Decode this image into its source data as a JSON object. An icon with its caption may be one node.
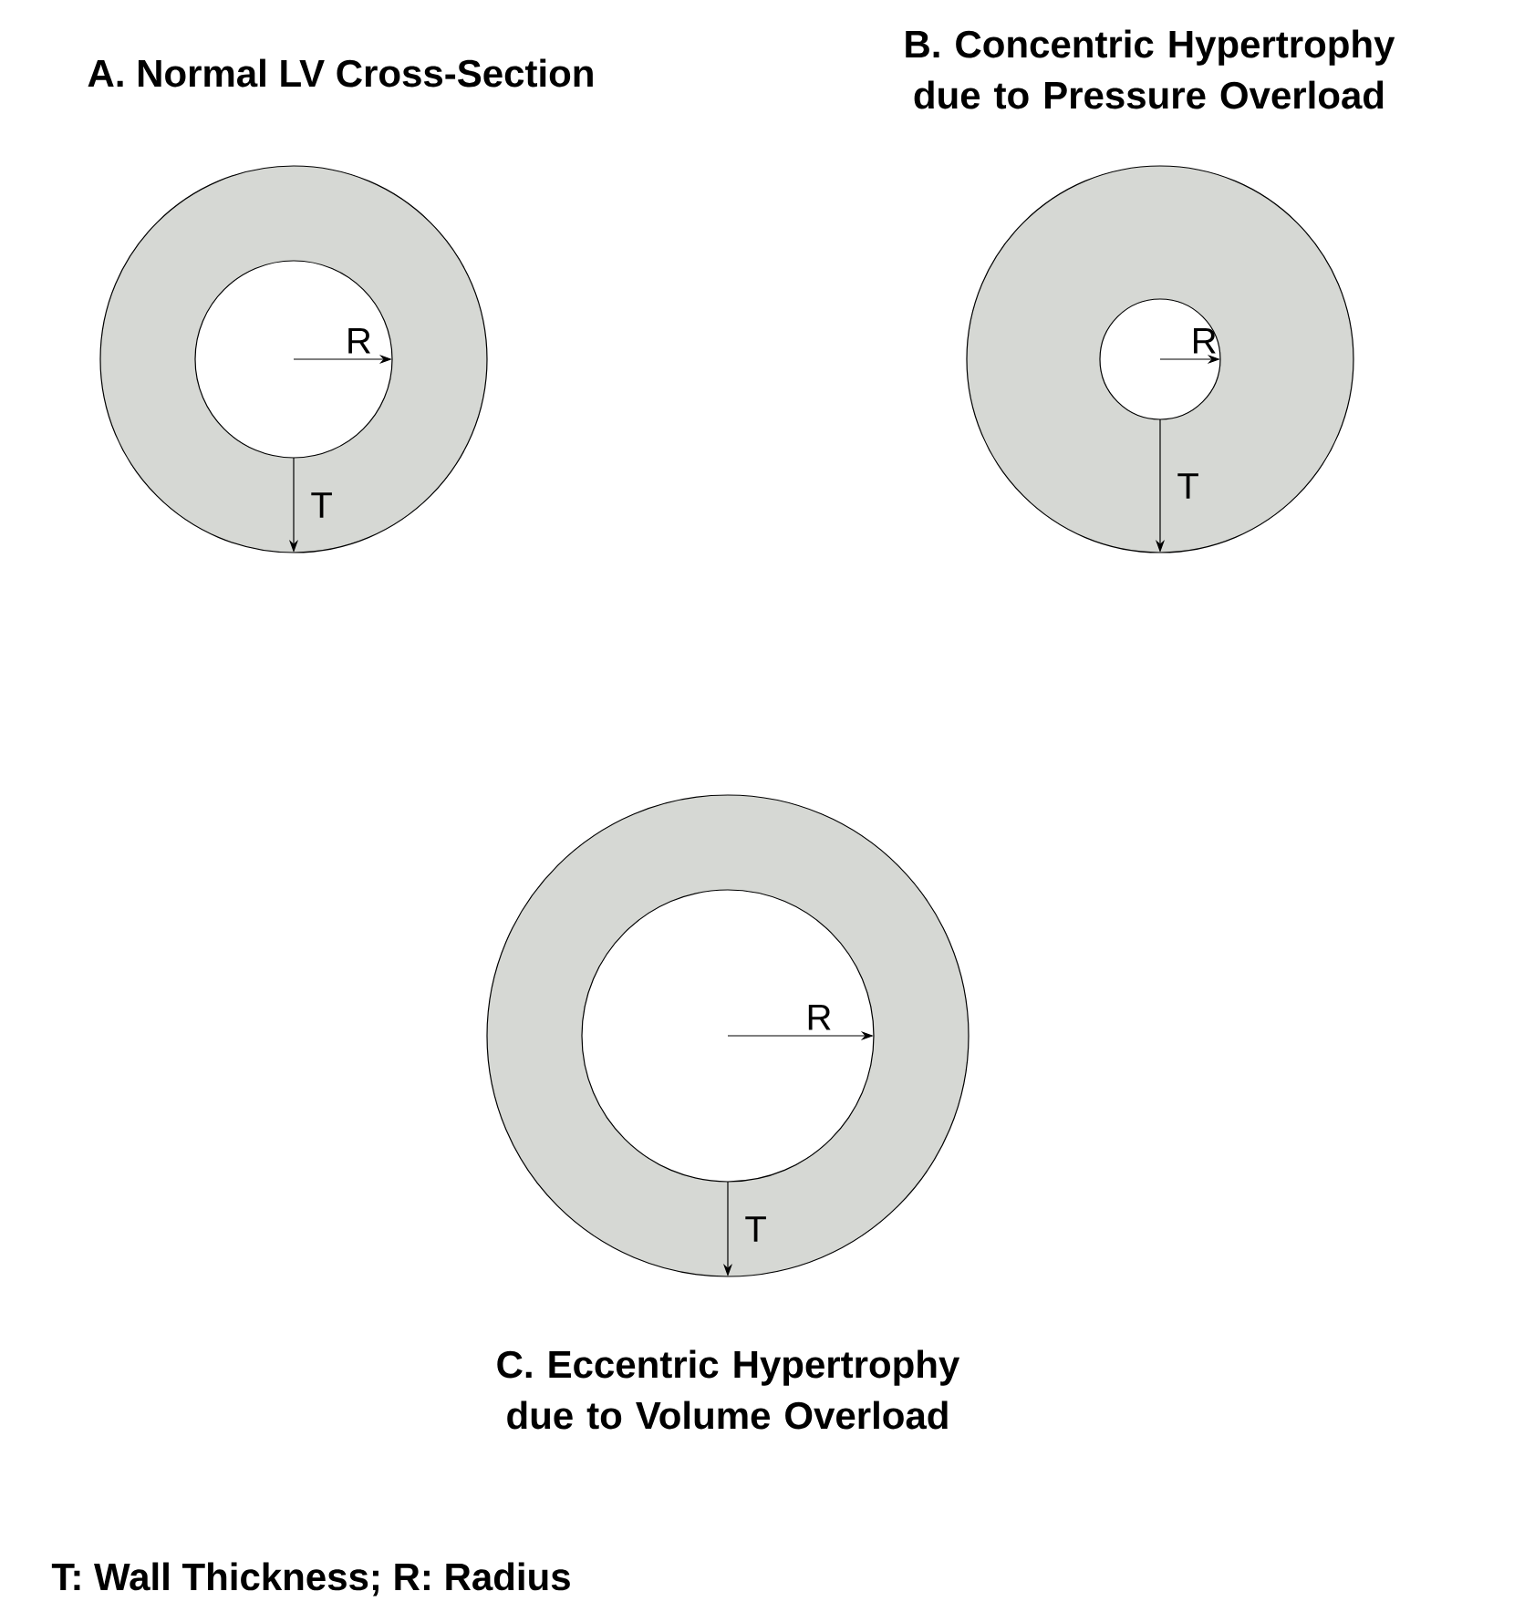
{
  "diagram": {
    "nodes": [
      {
        "text": [
          "R",
          "T"
        ],
        "beside": [
          "A. Normal LV Cross-Section"
        ]
      },
      {
        "text": [
          "R",
          "T"
        ],
        "beside": [
          "B. Concentric Hypertrophy due to Pressure Overload"
        ]
      },
      {
        "text": [
          "R",
          "T"
        ],
        "beside": [
          "C. Eccentric Hypertrophy due to Volume Overload"
        ]
      }
    ],
    "labels": [
      "T: Wall Thickness; R: Radius"
    ]
  }
}
